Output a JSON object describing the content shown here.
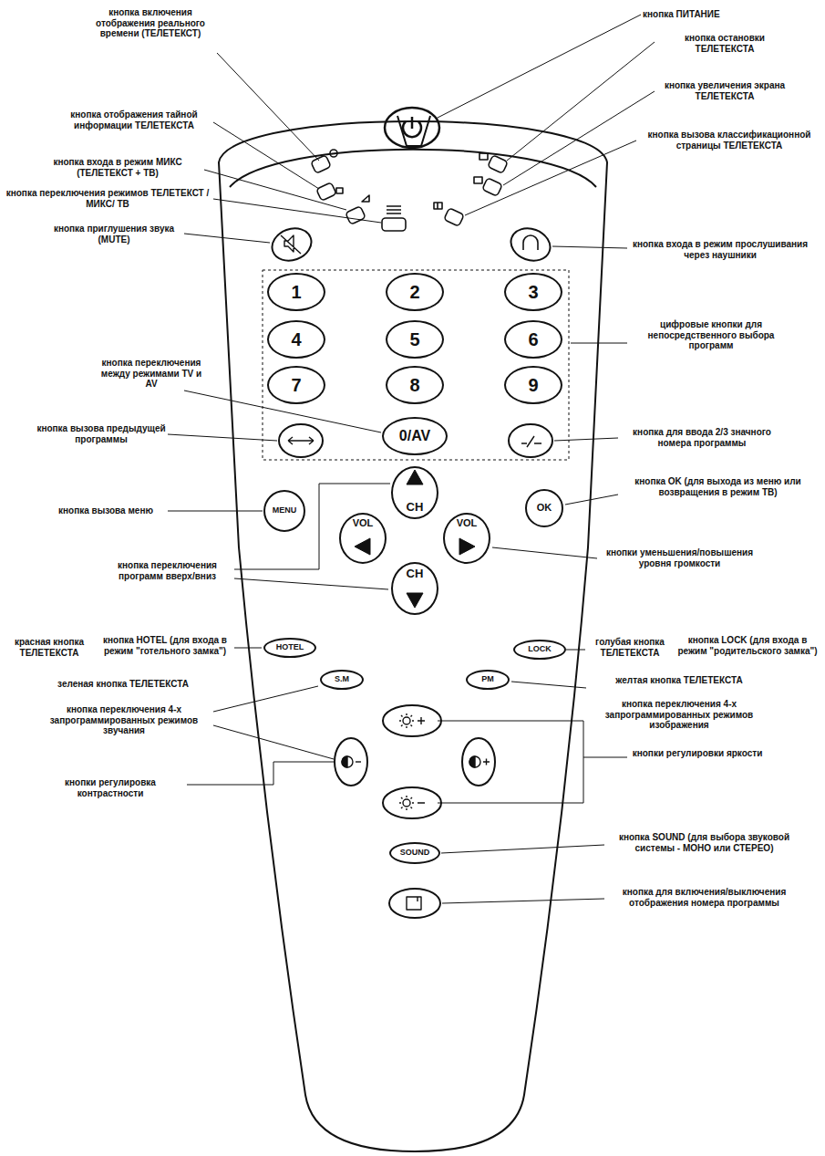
{
  "diagram": {
    "nodes": [
      {
        "text": [
          "1"
        ]
      },
      {
        "text": [
          "2"
        ]
      },
      {
        "text": [
          "3"
        ]
      },
      {
        "text": [
          "4"
        ]
      },
      {
        "text": [
          "5"
        ]
      },
      {
        "text": [
          "6"
        ]
      },
      {
        "text": [
          "7"
        ]
      },
      {
        "text": [
          "8"
        ]
      },
      {
        "text": [
          "9"
        ]
      },
      {
        "text": [
          "0/AV"
        ]
      },
      {
        "text": [
          "CH"
        ]
      },
      {
        "text": [
          "MENU"
        ]
      },
      {
        "text": [
          "OK"
        ]
      },
      {
        "text": [
          "VOL"
        ]
      },
      {
        "text": [
          "VOL"
        ]
      },
      {
        "text": [
          "CH"
        ]
      },
      {
        "text": [
          "HOTEL"
        ]
      },
      {
        "text": [
          "LOCK"
        ]
      },
      {
        "text": [
          "S.M"
        ]
      },
      {
        "text": [
          "PM"
        ]
      },
      {
        "text": [
          "SOUND"
        ]
      }
    ],
    "labels": [
      "кнопка включения отображения реального времени (ТЕЛЕТЕКСТ)",
      "кнопка ПИТАНИЕ",
      "кнопка остановки ТЕЛЕТЕКСТА",
      "кнопка отображения тайной информации ТЕЛЕТЕКСТА",
      "кнопка увеличения экрана ТЕЛЕТЕКСТА",
      "кнопка входа в режим МИКС (ТЕЛЕТЕКСТ + ТВ)",
      "кнопка вызова классификационной страницы ТЕЛЕТЕКСТА",
      "кнопка переключения режимов ТЕЛЕТЕКСТ / МИКС/ ТВ",
      "кнопка приглушения звука (MUTE)",
      "кнопка входа в режим прослушивания через наушники",
      "цифровые кнопки для непосредственного выбора программ",
      "кнопка переключения между режимами TV и AV",
      "кнопка вызова предыдущей программы",
      "кнопка для ввода 2/3 значного номера программы",
      "кнопка вызова меню",
      "кнопка OK (для выхода из меню или возвращения в режим ТВ)",
      "кнопка переключения программ вверх/вниз",
      "кнопки уменьшения/повышения уровня громкости",
      "красная кнопка ТЕЛЕТЕКСТА",
      "кнопка HOTEL (для входа в режим \"готельного замка\")",
      "голубая кнопка ТЕЛЕТЕКСТА",
      "кнопка LOCK (для входа в режим \"родительского замка\")",
      "зеленая кнопка ТЕЛЕТЕКСТА",
      "кнопка переключения 4-х запрограммированных режимов звучания",
      "желтая кнопка ТЕЛЕТЕКСТА",
      "кнопка переключения 4-х запрограммированных режимов изображения",
      "кнопки регулировки яркости",
      "кнопки регулировка контрастности",
      "кнопка SOUND (для выбора звуковой системы - МОНО или СТЕРЕО)",
      "кнопка для включения/выключения отображения номера программы"
    ]
  }
}
